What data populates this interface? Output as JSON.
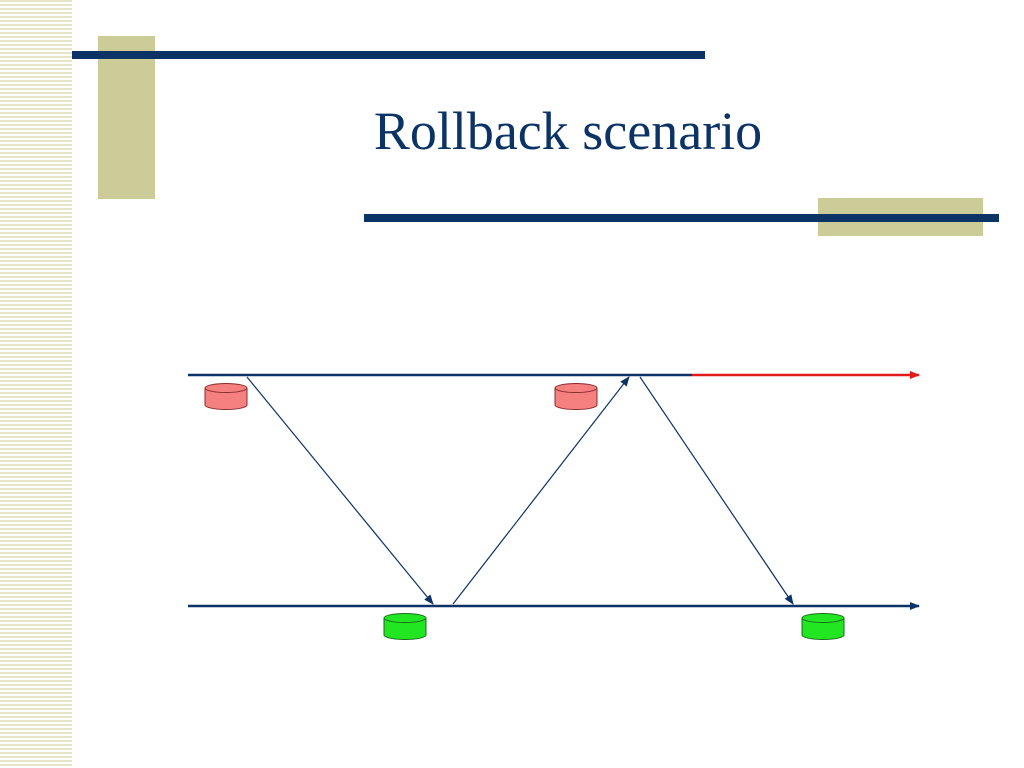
{
  "slide": {
    "title": "Rollback scenario"
  },
  "colors": {
    "title": "#0c3366",
    "rule": "#0c3366",
    "accent_block": "#cccc99",
    "stripe": "#e6e6c6",
    "timeline": "#0c3366",
    "rollback_timeline": "#e31a1a",
    "message_arrow": "#0c3366",
    "checkpoint_rolled_back": "#f48080",
    "checkpoint_committed": "#22e622"
  },
  "diagram": {
    "processes": [
      {
        "name": "process-1-timeline",
        "rollback_segment": true
      },
      {
        "name": "process-2-timeline",
        "rollback_segment": false
      }
    ],
    "checkpoints": [
      {
        "process": 1,
        "state": "rolled-back"
      },
      {
        "process": 1,
        "state": "rolled-back"
      },
      {
        "process": 2,
        "state": "committed"
      },
      {
        "process": 2,
        "state": "committed"
      }
    ],
    "messages": [
      {
        "from": 1,
        "to": 2
      },
      {
        "from": 2,
        "to": 1
      },
      {
        "from": 1,
        "to": 2
      }
    ]
  }
}
